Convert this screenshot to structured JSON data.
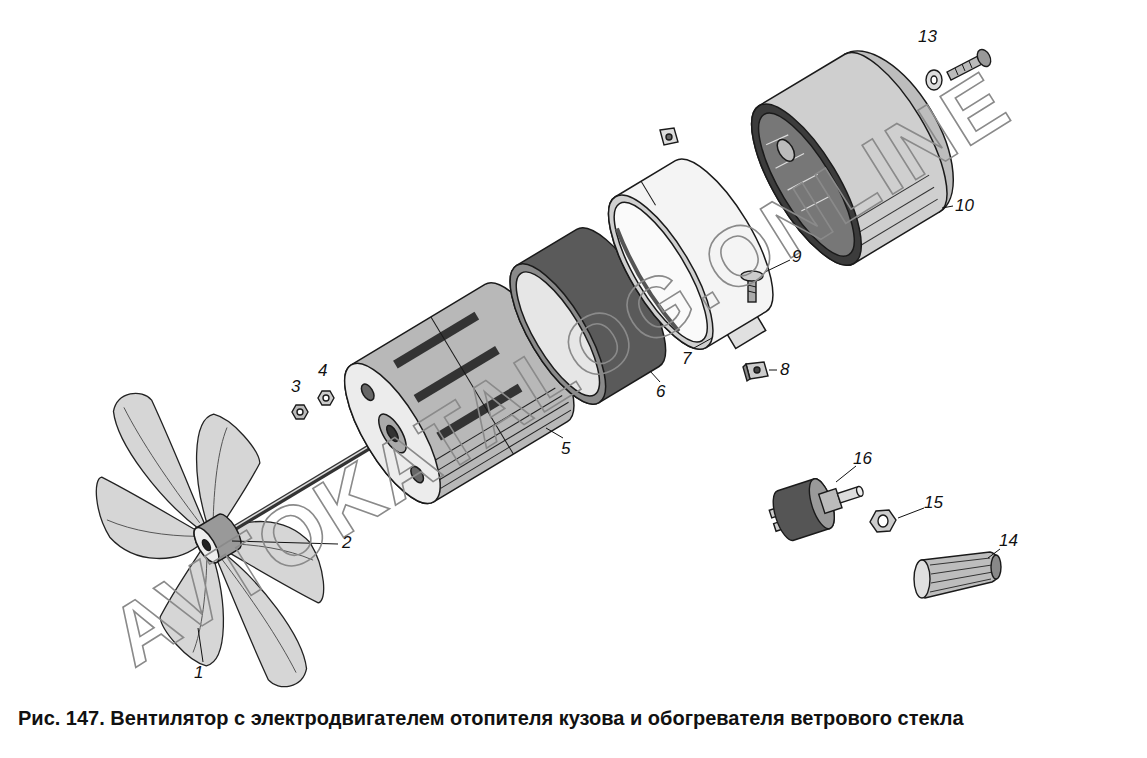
{
  "diagram": {
    "caption": "Рис. 147. Вентилятор с электродвигателем отопителя кузова и обогревателя ветрового стекла",
    "labels": [
      "1",
      "2",
      "3",
      "4",
      "5",
      "6",
      "7",
      "8",
      "9",
      "10",
      "13",
      "14",
      "15",
      "16",
      "AVTOKATALOG.ONLINE"
    ]
  }
}
